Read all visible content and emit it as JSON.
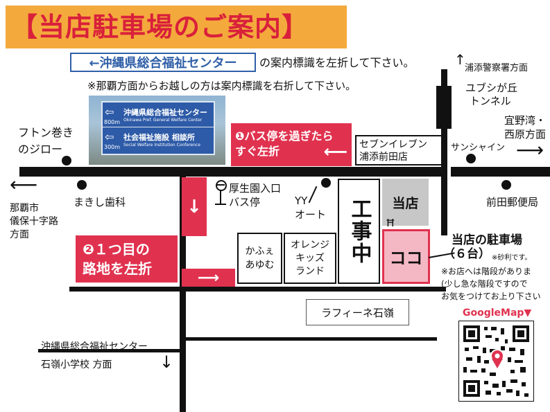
{
  "title": "【当店駐車場のご案内】",
  "header": {
    "sign_label": "←沖縄県総合福祉センター",
    "instruction_1": "の案内標識を左折して下さい。",
    "instruction_2": "※那覇方面からお越しの方は案内標識を右折して下さい。",
    "urasoe_police": "浦添警察署方面"
  },
  "photo_sign": {
    "row1_main": "沖縄県総合福祉センター",
    "row1_sub": "Okinawa Pref. General Welfare Center",
    "row1_dist": "800m",
    "row2_main": "社会福祉施設 相談所",
    "row2_sub": "Social Welfare Institution Conference",
    "row2_dist": "300m"
  },
  "landmarks": {
    "futon": [
      "フトン巻き",
      "のジロー"
    ],
    "yubushi": [
      "ユブシが丘",
      "トンネル"
    ],
    "ginowan": [
      "宜野湾・",
      "西原方面"
    ],
    "sunshine": "サンシャイン",
    "seven_eleven": [
      "セブンイレブン",
      "浦添前田店"
    ],
    "makishi": "まきし歯科",
    "kouseien": [
      "厚生園入口",
      "バス停"
    ],
    "yy_auto": [
      "YY",
      "オート"
    ],
    "koji": "工事中",
    "touten": "当店",
    "maeda_post": "前田郵便局",
    "naha": [
      "那覇市",
      "儀保十字路",
      "方面"
    ],
    "kafue": [
      "かふぇ",
      "あゆむ"
    ],
    "orange": [
      "オレンジ",
      "キッズ",
      "ランド"
    ],
    "koko": "ココ",
    "rafine": "ラフィーネ石嶺",
    "south": [
      "沖縄県総合福祉センター",
      "石嶺小学校 方面"
    ]
  },
  "steps": {
    "step1": [
      "❶バス停を過ぎたら",
      "すぐ左折"
    ],
    "step2": [
      "❷１つ目の",
      "路地を左折"
    ]
  },
  "parking": {
    "title": "当店の駐車場",
    "count": "（６台）",
    "gravel": "※砂利です。",
    "note_1": "※お店へは階段がありま",
    "note_2": "(少し急な階段ですので",
    "note_3": "お気をつけてお上り下さい"
  },
  "googlemap_label": "GoogleMap▼",
  "colors": {
    "title_bg": "#f4a93c",
    "title_text": "#d9203b",
    "accent_red": "#e0324f",
    "koko_fill": "#f4b8c4",
    "sign_blue": "#2f5fa8"
  }
}
